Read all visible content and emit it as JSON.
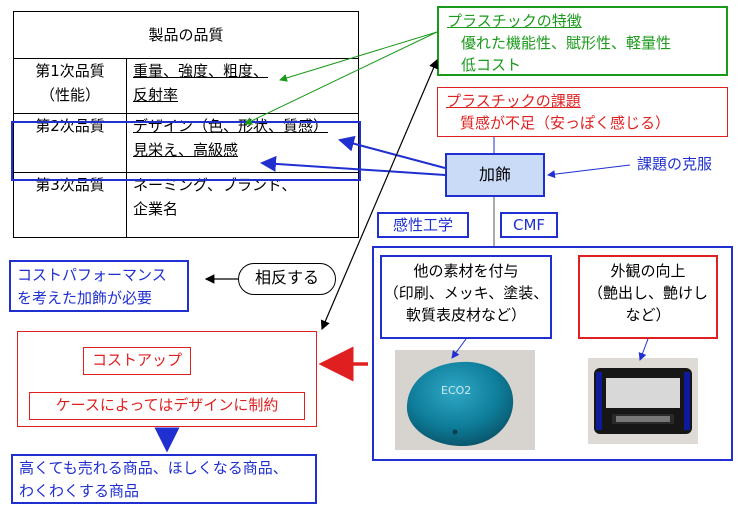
{
  "table": {
    "title": "製品の品質",
    "rows": [
      {
        "grade": "第1次品質",
        "grade2": "（性能）",
        "line1": "重量、強度、粗度、",
        "line2": "反射率"
      },
      {
        "grade": "第2次品質",
        "grade2": "",
        "line1": "デザイン（色、形状、質感）",
        "line2": "見栄え、高級感"
      },
      {
        "grade": "第3次品質",
        "grade2": "",
        "line1": "ネーミング、ブランド、",
        "line2": "企業名"
      }
    ]
  },
  "features": {
    "title": "プラスチックの特徴",
    "line1": "優れた機能性、賦形性、軽量性",
    "line2": "低コスト"
  },
  "issues": {
    "title": "プラスチックの課題",
    "line1": "質感が不足（安っぽく感じる）"
  },
  "center": {
    "label": "加飾",
    "overcome": "課題の克服",
    "tag1": "感性工学",
    "tag2": "CMF"
  },
  "options": {
    "left": {
      "line1": "他の素材を付与",
      "line2": "（印刷、メッキ、塗装、",
      "line3": "軟質表皮材など）"
    },
    "right": {
      "line1": "外観の向上",
      "line2": "（艶出し、艶けし",
      "line3": "など）"
    }
  },
  "cost_note": {
    "line1": "コストパフォーマンス",
    "line2": "を考えた加飾が必要"
  },
  "conflict": "相反する",
  "cost_up": "コストアップ",
  "case_limit": "ケースによってはデザインに制約",
  "goal": {
    "line1": "高くても売れる商品、ほしくなる商品、",
    "line2": "わくわくする商品"
  },
  "photos": {
    "photo1": "ECO2"
  },
  "colors": {
    "green": "#1a9a1a",
    "red": "#e02020",
    "blue": "#1f2fd0",
    "badge": "#c9dbf6"
  }
}
